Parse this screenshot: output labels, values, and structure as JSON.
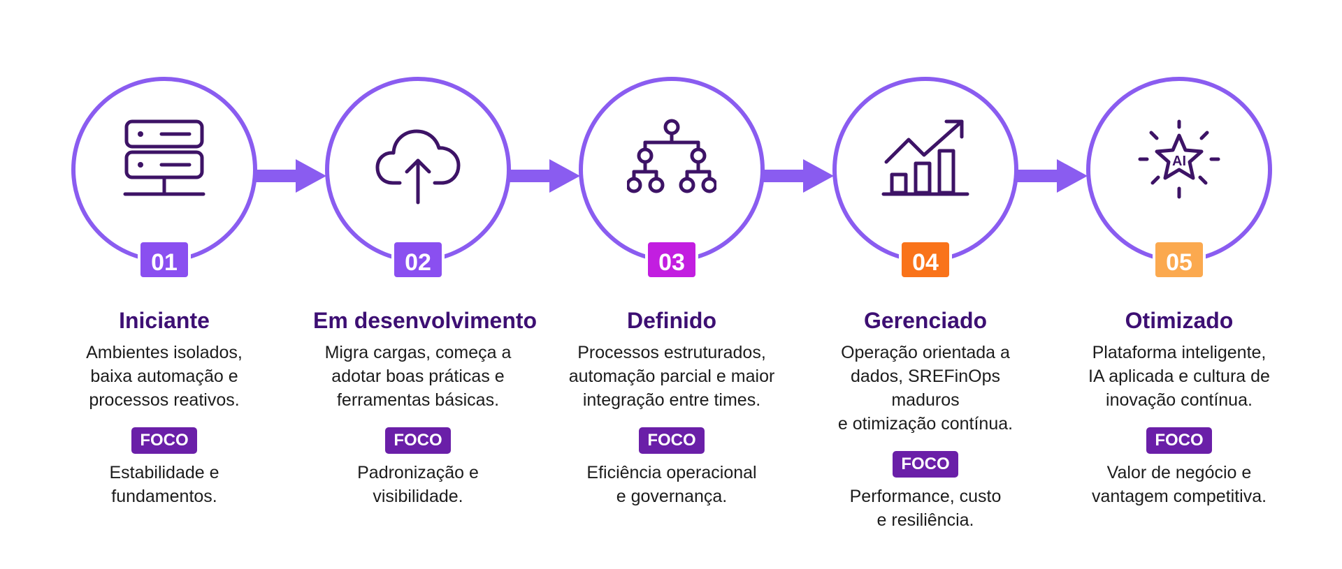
{
  "colors": {
    "circle_border": "#8a5cf0",
    "arrow": "#8a5cf0",
    "icon_stroke": "#3d1366",
    "title": "#3d0f73",
    "foco_bg": "#6a1fa8"
  },
  "stages": [
    {
      "number": "01",
      "badge_color": "#8a4ff0",
      "icon": "server-icon",
      "title": "Iniciante",
      "description": "Ambientes isolados,\nbaixa automação e\nprocessos reativos.",
      "focus_label": "FOCO",
      "focus": "Estabilidade e\nfundamentos."
    },
    {
      "number": "02",
      "badge_color": "#8a4ff0",
      "icon": "cloud-upload-icon",
      "title": "Em desenvolvimento",
      "description": "Migra cargas, começa a\nadotar boas práticas e\nferramentas básicas.",
      "focus_label": "FOCO",
      "focus": "Padronização e\nvisibilidade."
    },
    {
      "number": "03",
      "badge_color": "#c21ee0",
      "icon": "hierarchy-icon",
      "title": "Definido",
      "description": "Processos estruturados,\nautomação parcial e maior\nintegração entre times.",
      "focus_label": "FOCO",
      "focus": "Eficiência operacional\ne governança."
    },
    {
      "number": "04",
      "badge_color": "#f9731a",
      "icon": "growth-chart-icon",
      "title": "Gerenciado",
      "description": "Operação orientada a\ndados, SREFinOps maduros\ne otimização contínua.",
      "focus_label": "FOCO",
      "focus": "Performance, custo\ne resiliência."
    },
    {
      "number": "05",
      "badge_color": "#fba94f",
      "icon": "ai-star-icon",
      "title": "Otimizado",
      "description": "Plataforma inteligente,\nIA aplicada e cultura de\ninovação contínua.",
      "focus_label": "FOCO",
      "focus": "Valor de negócio e\nvantagem competitiva."
    }
  ],
  "ai_icon_text": "AI"
}
